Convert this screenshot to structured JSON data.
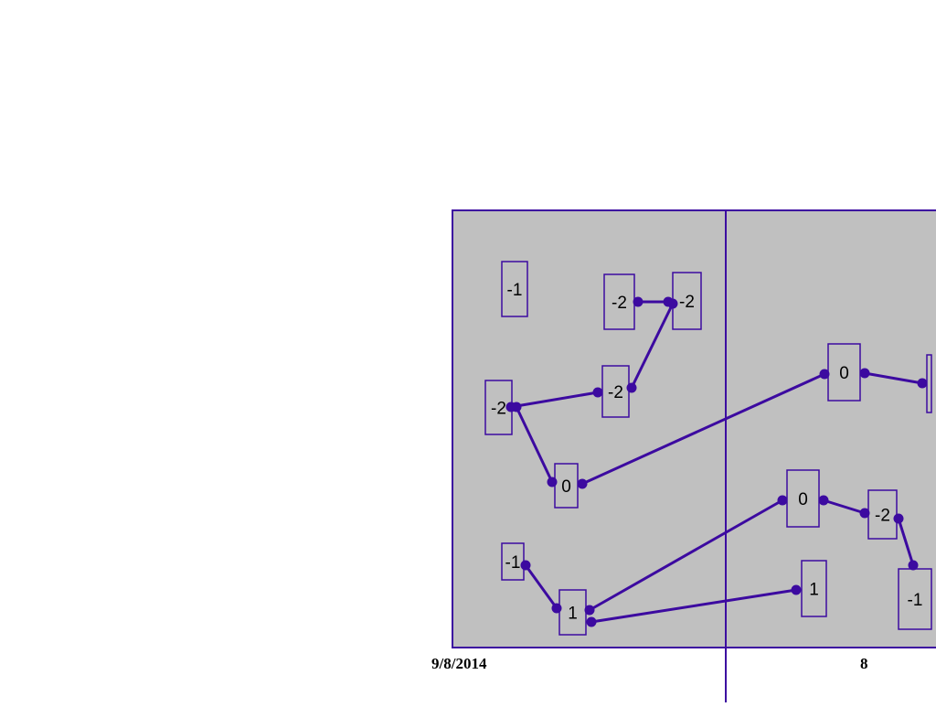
{
  "colors": {
    "panel_fill": "#c0c0c0",
    "stroke": "#3c0aa0",
    "text": "#000000",
    "background": "#ffffff"
  },
  "nodes": [
    {
      "id": "n1",
      "label": "-1"
    },
    {
      "id": "n2",
      "label": "-2"
    },
    {
      "id": "n3",
      "label": "-2"
    },
    {
      "id": "n4",
      "label": "-2"
    },
    {
      "id": "n5",
      "label": "-2"
    },
    {
      "id": "n6",
      "label": "0"
    },
    {
      "id": "n7",
      "label": "0"
    },
    {
      "id": "n8",
      "label": ""
    },
    {
      "id": "n9",
      "label": "-1"
    },
    {
      "id": "n10",
      "label": "1"
    },
    {
      "id": "n11",
      "label": "0"
    },
    {
      "id": "n12",
      "label": "-2"
    },
    {
      "id": "n13",
      "label": "-1"
    },
    {
      "id": "n14",
      "label": "1"
    }
  ],
  "edges": [
    {
      "from": "n1",
      "to": "n2"
    },
    {
      "from": "n2",
      "to": "n3"
    },
    {
      "from": "n3",
      "to": "n5"
    },
    {
      "from": "n5",
      "to": "n4"
    },
    {
      "from": "n4",
      "to": "n6"
    },
    {
      "from": "n6",
      "to": "n7"
    },
    {
      "from": "n7",
      "to": "n8"
    },
    {
      "from": "n9",
      "to": "n10"
    },
    {
      "from": "n10",
      "to": "n11"
    },
    {
      "from": "n11",
      "to": "n12"
    },
    {
      "from": "n12",
      "to": "n13"
    },
    {
      "from": "n10",
      "to": "n14"
    }
  ],
  "footer": {
    "date": "9/8/2014",
    "page": "8"
  }
}
